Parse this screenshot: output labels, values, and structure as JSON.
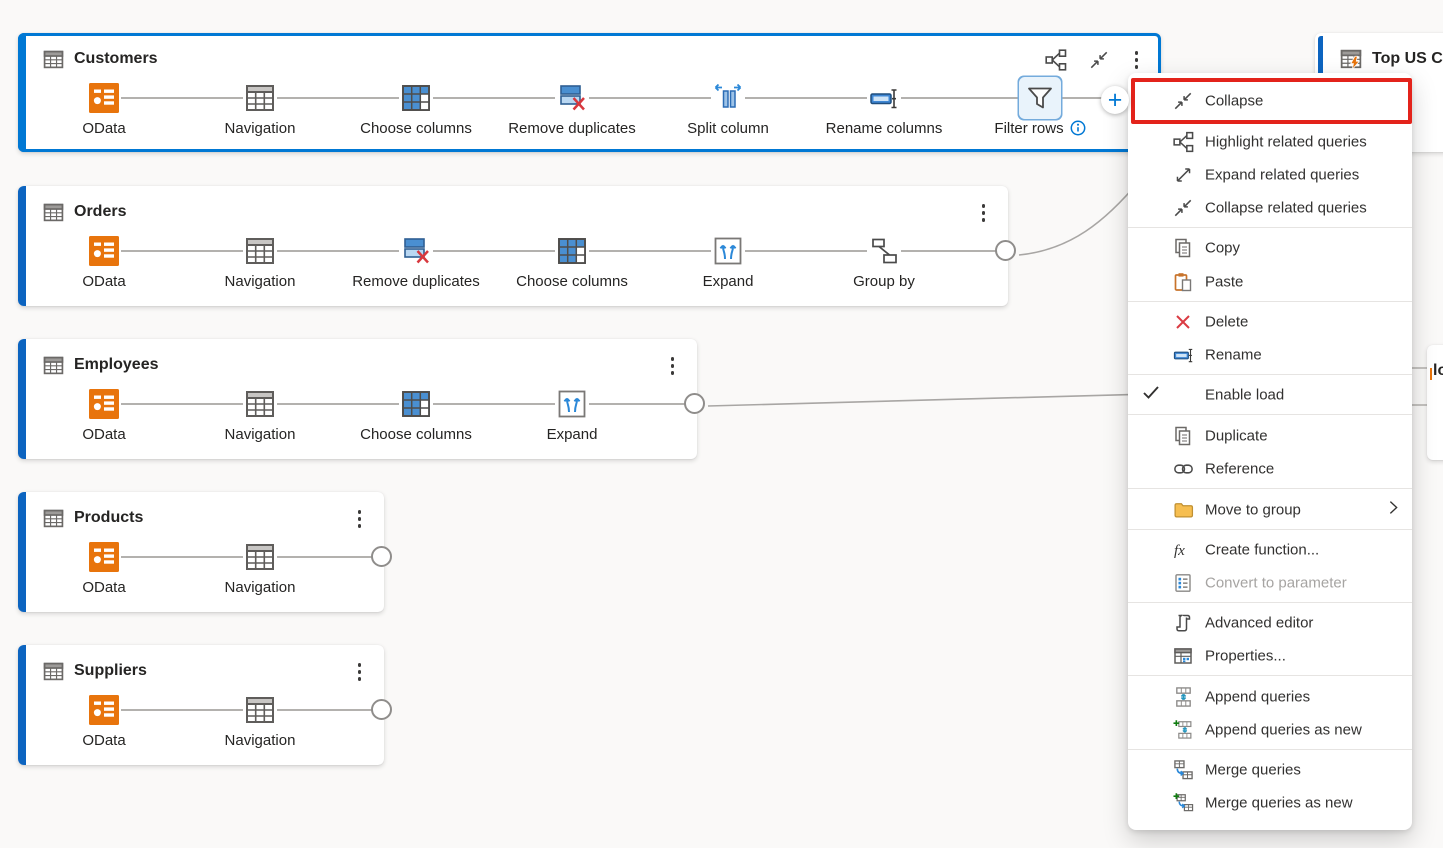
{
  "cards": {
    "customers": {
      "title": "Customers",
      "selected": true,
      "steps": [
        {
          "label": "OData",
          "icon": "odata-icon"
        },
        {
          "label": "Navigation",
          "icon": "navigation-table-icon"
        },
        {
          "label": "Choose columns",
          "icon": "choose-columns-icon"
        },
        {
          "label": "Remove duplicates",
          "icon": "remove-duplicates-icon"
        },
        {
          "label": "Split column",
          "icon": "split-column-icon"
        },
        {
          "label": "Rename columns",
          "icon": "rename-columns-icon"
        },
        {
          "label": "Filter rows",
          "icon": "filter-rows-icon",
          "selected": true,
          "has_info": true
        }
      ]
    },
    "orders": {
      "title": "Orders",
      "steps": [
        {
          "label": "OData",
          "icon": "odata-icon"
        },
        {
          "label": "Navigation",
          "icon": "navigation-table-icon"
        },
        {
          "label": "Remove duplicates",
          "icon": "remove-duplicates-icon"
        },
        {
          "label": "Choose columns",
          "icon": "choose-columns-icon"
        },
        {
          "label": "Expand",
          "icon": "expand-icon"
        },
        {
          "label": "Group by",
          "icon": "group-by-icon"
        }
      ]
    },
    "employees": {
      "title": "Employees",
      "steps": [
        {
          "label": "OData",
          "icon": "odata-icon"
        },
        {
          "label": "Navigation",
          "icon": "navigation-table-icon"
        },
        {
          "label": "Choose columns",
          "icon": "choose-columns-icon"
        },
        {
          "label": "Expand",
          "icon": "expand-icon"
        }
      ]
    },
    "products": {
      "title": "Products",
      "steps": [
        {
          "label": "OData",
          "icon": "odata-icon"
        },
        {
          "label": "Navigation",
          "icon": "navigation-table-icon"
        }
      ]
    },
    "suppliers": {
      "title": "Suppliers",
      "steps": [
        {
          "label": "OData",
          "icon": "odata-icon"
        },
        {
          "label": "Navigation",
          "icon": "navigation-table-icon"
        }
      ]
    },
    "top_us": {
      "title": "Top US Cus",
      "icon": "table-bolt-icon"
    },
    "partial_right": {
      "title": "lo"
    }
  },
  "context_menu": {
    "items": [
      {
        "label": "Collapse",
        "icon": "collapse-icon",
        "highlighted": true
      },
      {
        "label": "Highlight related queries",
        "icon": "highlight-related-icon"
      },
      {
        "label": "Expand related queries",
        "icon": "expand-related-icon"
      },
      {
        "label": "Collapse related queries",
        "icon": "collapse-related-icon"
      },
      {
        "label": "Copy",
        "icon": "copy-icon"
      },
      {
        "label": "Paste",
        "icon": "paste-icon"
      },
      {
        "label": "Delete",
        "icon": "delete-icon"
      },
      {
        "label": "Rename",
        "icon": "rename-icon"
      },
      {
        "label": "Enable load",
        "icon": "checkmark-icon",
        "checked": true
      },
      {
        "label": "Duplicate",
        "icon": "duplicate-icon"
      },
      {
        "label": "Reference",
        "icon": "reference-icon"
      },
      {
        "label": "Move to group",
        "icon": "folder-icon",
        "has_submenu": true
      },
      {
        "label": "Create function...",
        "icon": "fx-icon"
      },
      {
        "label": "Convert to parameter",
        "icon": "parameter-icon",
        "disabled": true
      },
      {
        "label": "Advanced editor",
        "icon": "advanced-editor-icon"
      },
      {
        "label": "Properties...",
        "icon": "properties-icon"
      },
      {
        "label": "Append queries",
        "icon": "append-queries-icon"
      },
      {
        "label": "Append queries as new",
        "icon": "append-queries-new-icon"
      },
      {
        "label": "Merge queries",
        "icon": "merge-queries-icon"
      },
      {
        "label": "Merge queries as new",
        "icon": "merge-queries-new-icon"
      }
    ]
  },
  "colors": {
    "selection_blue": "#0078d4",
    "card_accent_blue": "#0c64c0",
    "odata_orange": "#e8740c",
    "delete_red": "#da3b43",
    "callout_red": "#e3231b",
    "step_blue": "#4a8fd1",
    "background": "#faf9f8"
  }
}
